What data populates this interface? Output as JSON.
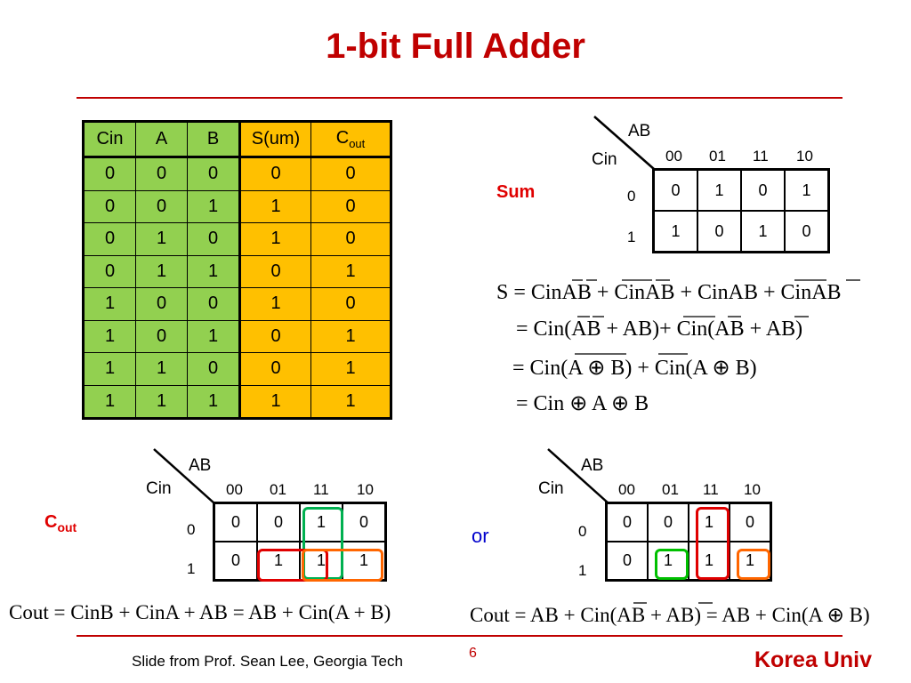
{
  "title": "1-bit Full Adder",
  "truth_table": {
    "headers": [
      "Cin",
      "A",
      "B",
      "S(um)",
      "C"
    ],
    "cout_sub": "out",
    "rows": [
      [
        "0",
        "0",
        "0",
        "0",
        "0"
      ],
      [
        "0",
        "0",
        "1",
        "1",
        "0"
      ],
      [
        "0",
        "1",
        "0",
        "1",
        "0"
      ],
      [
        "0",
        "1",
        "1",
        "0",
        "1"
      ],
      [
        "1",
        "0",
        "0",
        "1",
        "0"
      ],
      [
        "1",
        "0",
        "1",
        "0",
        "1"
      ],
      [
        "1",
        "1",
        "0",
        "0",
        "1"
      ],
      [
        "1",
        "1",
        "1",
        "1",
        "1"
      ]
    ]
  },
  "sum_label": "Sum",
  "kmap_sum": {
    "ab_label": "AB",
    "cin_label": "Cin",
    "cols": [
      "00",
      "01",
      "11",
      "10"
    ],
    "rows": [
      "0",
      "1"
    ],
    "cells": [
      [
        "0",
        "1",
        "0",
        "1"
      ],
      [
        "1",
        "0",
        "1",
        "0"
      ]
    ]
  },
  "sum_equations": {
    "line1": "S = CinAB + CinAB + CinAB + CinAB",
    "line2": "= Cin(AB + AB)+ Cin(AB + AB)",
    "line3": "= Cin(A ⊕ B) + Cin(A ⊕ B)",
    "line4": "= Cin ⊕ A ⊕ B"
  },
  "cout_label": "C",
  "cout_label_sub": "out",
  "kmap_cout_left": {
    "ab_label": "AB",
    "cin_label": "Cin",
    "cols": [
      "00",
      "01",
      "11",
      "10"
    ],
    "rows": [
      "0",
      "1"
    ],
    "cells": [
      [
        "0",
        "0",
        "1",
        "0"
      ],
      [
        "0",
        "1",
        "1",
        "1"
      ]
    ]
  },
  "or_label": "or",
  "kmap_cout_right": {
    "ab_label": "AB",
    "cin_label": "Cin",
    "cols": [
      "00",
      "01",
      "11",
      "10"
    ],
    "rows": [
      "0",
      "1"
    ],
    "cells": [
      [
        "0",
        "0",
        "1",
        "0"
      ],
      [
        "0",
        "1",
        "1",
        "1"
      ]
    ]
  },
  "cout_eq_left": "Cout = CinB + CinA + AB  = AB + Cin(A + B)",
  "cout_eq_right": "Cout = AB + Cin(AB + AB) = AB + Cin(A ⊕ B)",
  "loop_colors": {
    "red": "#e00000",
    "green": "#00b050",
    "orange": "#ff6600"
  },
  "footer": {
    "credit": "Slide from Prof. Sean Lee, Georgia Tech",
    "page": "6",
    "brand": "Korea Univ"
  }
}
